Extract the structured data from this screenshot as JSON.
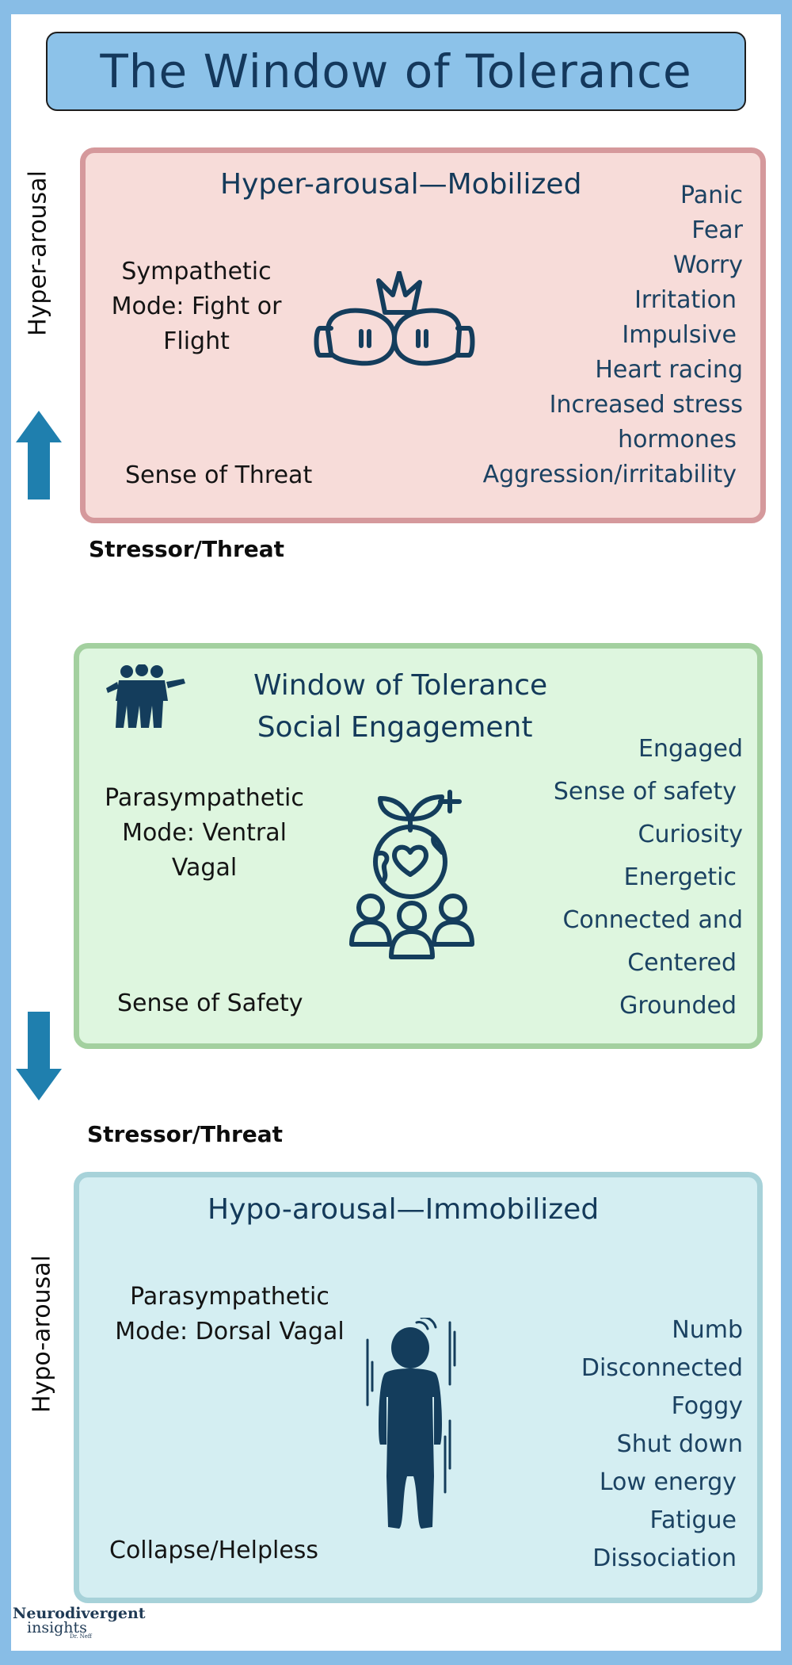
{
  "title": "The Window of Tolerance",
  "side_labels": {
    "top": "Hyper-arousal",
    "bottom": "Hypo-arousal"
  },
  "stressor_label_1": "Stressor/Threat",
  "stressor_label_2": "Stressor/Threat",
  "hyper": {
    "heading": "Hyper-arousal—Mobilized",
    "mode_lines": [
      "Sympathetic",
      "Mode: Fight or",
      "Flight"
    ],
    "sense": "Sense of Threat",
    "states": [
      "Panic",
      "Fear",
      "Worry",
      "Irritation",
      "Impulsive",
      "Heart racing",
      "Increased stress",
      "hormones",
      "Aggression/irritability"
    ]
  },
  "window": {
    "heading_lines": [
      "Window of Tolerance",
      "Social Engagement"
    ],
    "mode_lines": [
      "Parasympathetic",
      "Mode: Ventral",
      "Vagal"
    ],
    "sense": "Sense of Safety",
    "states": [
      "Engaged",
      "Sense of safety",
      "Curiosity",
      "Energetic",
      "Connected and",
      "Centered",
      "Grounded"
    ]
  },
  "hypo": {
    "heading": "Hypo-arousal—Immobilized",
    "mode_lines": [
      "Parasympathetic",
      "Mode: Dorsal Vagal"
    ],
    "sense": "Collapse/Helpless",
    "states": [
      "Numb",
      "Disconnected",
      "Foggy",
      "Shut down",
      "Low energy",
      "Fatigue",
      "Dissociation"
    ]
  },
  "logo": {
    "line1": "Neurodivergent",
    "line2": "insights",
    "line3": "Dr. Neff"
  },
  "icons": {
    "hyper": "boxing-gloves-icon",
    "window_group": "group-hug-icon",
    "window_main": "heart-globe-community-icon",
    "hypo": "slumped-person-icon",
    "arrow_up": "arrow-up-icon",
    "arrow_down": "arrow-down-icon"
  },
  "colors": {
    "background": "#88bde6",
    "title_fill": "#8cc2e9",
    "hyper_fill": "#f7dcd9",
    "hyper_border": "#d5999c",
    "window_fill": "#def6df",
    "window_border": "#a3d09f",
    "hypo_fill": "#d4eef2",
    "hypo_border": "#a7d2d9",
    "arrow": "#1f7fae",
    "icon": "#143d5c"
  }
}
